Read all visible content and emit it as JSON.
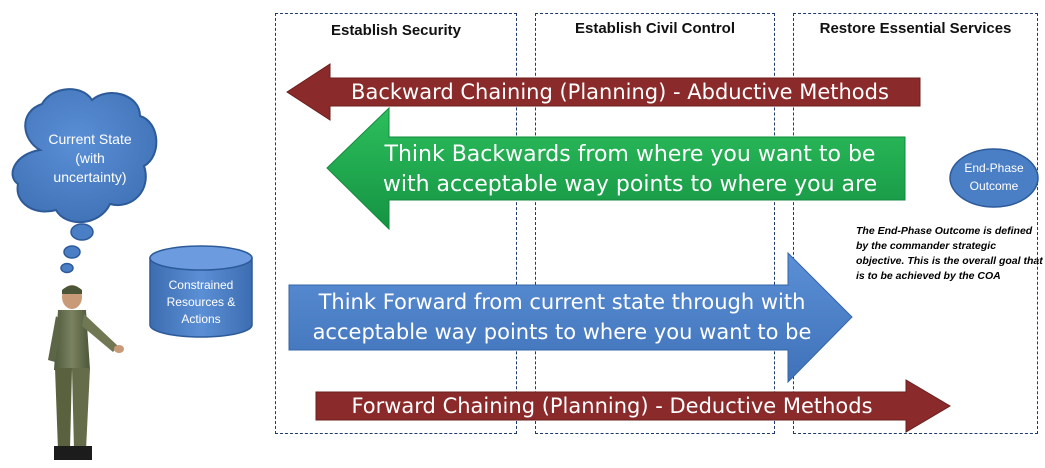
{
  "columns": [
    {
      "title": "Establish Security"
    },
    {
      "title": "Establish Civil Control"
    },
    {
      "title": "Restore Essential Services"
    }
  ],
  "arrows": {
    "backward_chaining": "Backward Chaining (Planning) - Abductive Methods",
    "think_backwards": [
      "Think Backwards from where you want to be",
      "with acceptable way points to where you are"
    ],
    "think_forward": [
      "Think Forward from current state through with",
      "acceptable way points to where you want to be"
    ],
    "forward_chaining": "Forward Chaining (Planning) - Deductive Methods"
  },
  "current_state": [
    "Current State",
    "(with",
    "uncertainty)"
  ],
  "resources": [
    "Constrained",
    "Resources &",
    "Actions"
  ],
  "end_phase": [
    "End-Phase",
    "Outcome"
  ],
  "note": "The End-Phase Outcome is defined by the commander strategic objective. This is the overall goal that is to be achieved by the COA",
  "colors": {
    "dark_red": "#8b2a2a",
    "green": "#1aa24a",
    "blue": "#4a7ec5",
    "dashed_border": "#1f3a6b"
  }
}
